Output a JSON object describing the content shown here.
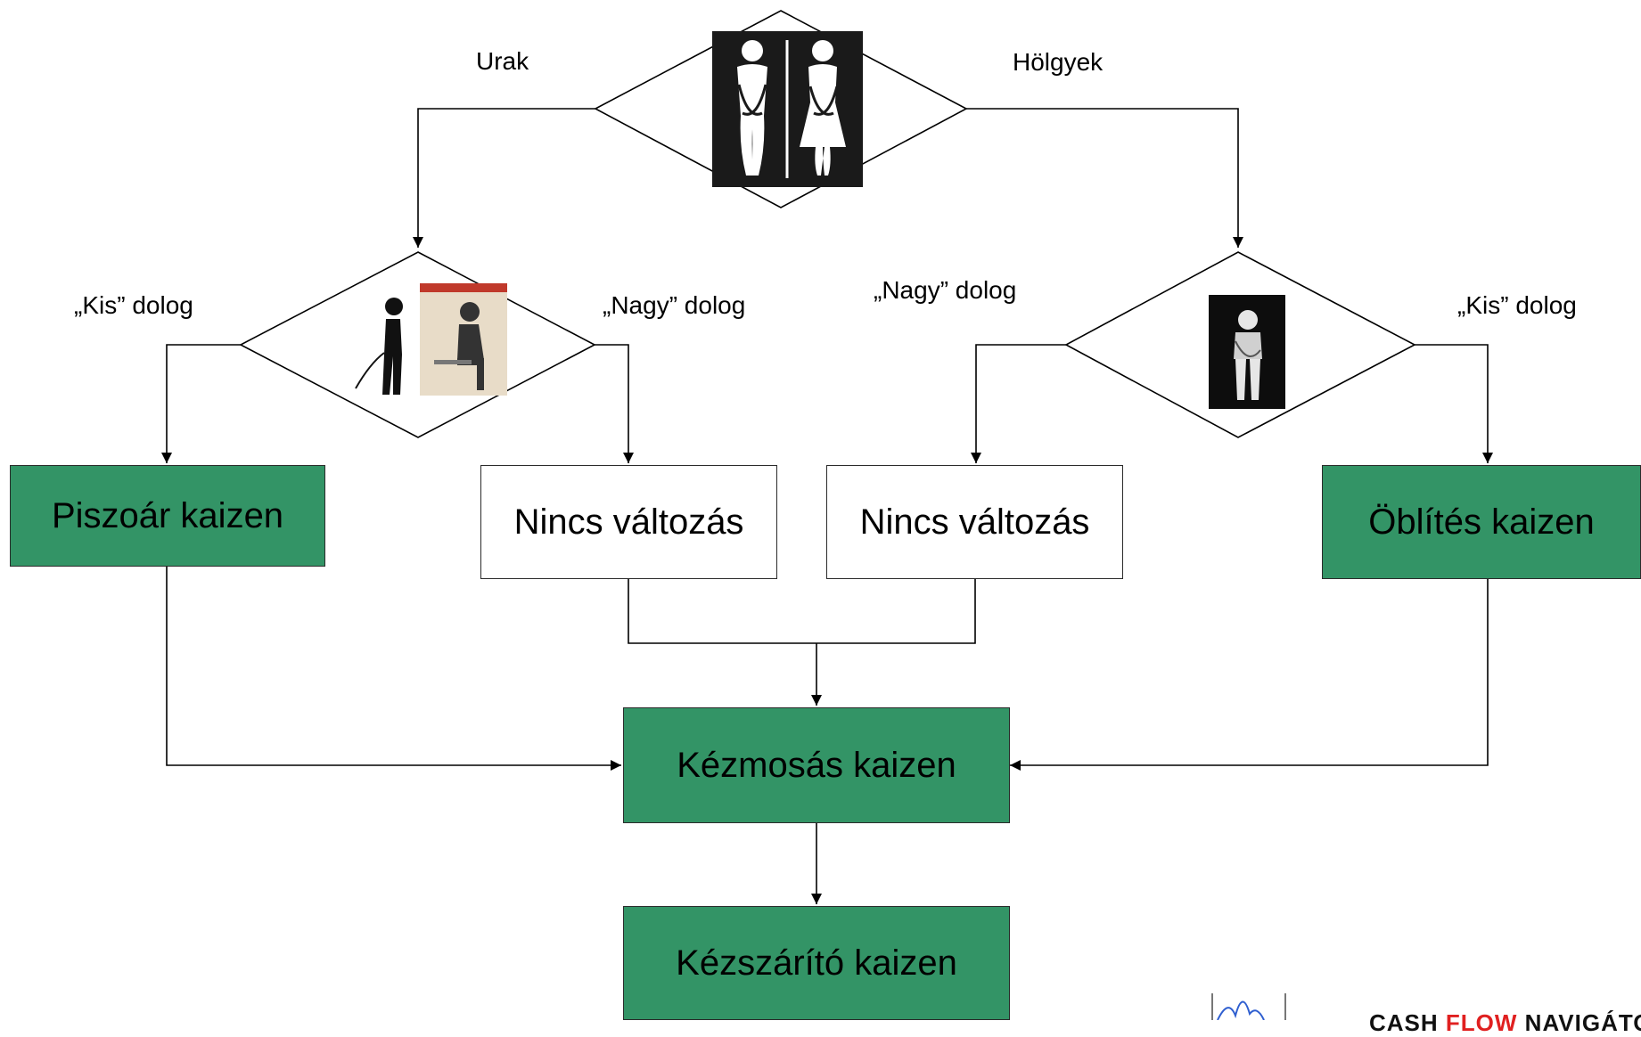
{
  "colors": {
    "kaizen_fill": "#339466",
    "neutral_fill": "#ffffff",
    "line": "#000000"
  },
  "decisions": {
    "gender": {
      "icon": "restroom-sign-icon",
      "left_label": "Urak",
      "right_label": "Hölgyek"
    },
    "men": {
      "icon": "man-urinal-and-toilet-icon",
      "left_label": "„Kis” dolog",
      "right_label": "„Nagy” dolog"
    },
    "women": {
      "icon": "woman-waiting-icon",
      "left_label": "„Nagy” dolog",
      "right_label": "„Kis” dolog"
    }
  },
  "boxes": {
    "urinal": "Piszoár kaizen",
    "men_no_change": "Nincs változás",
    "women_no_change": "Nincs változás",
    "flush": "Öblítés kaizen",
    "handwash": "Kézmosás kaizen",
    "handdryer": "Kézszárító kaizen"
  },
  "logo": {
    "parts": [
      "CASH ",
      "FLOW",
      " NAVIGÁTOR"
    ],
    "accent": "#e02020"
  }
}
